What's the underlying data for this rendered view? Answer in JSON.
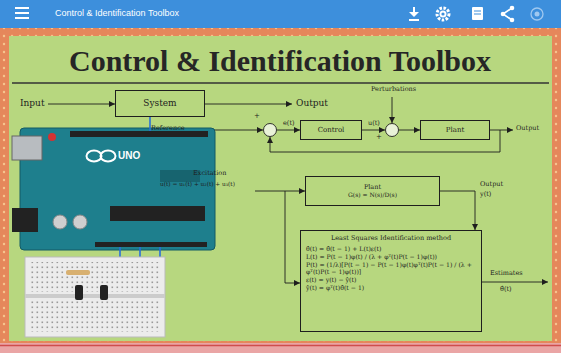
{
  "diagram": {
    "title": "Control & Identification Toolbox",
    "nodes": [
      {
        "text": [
          "System"
        ]
      },
      {
        "text": [
          "+"
        ]
      },
      {
        "text": [
          "Control"
        ]
      },
      {
        "text": [
          "+"
        ]
      },
      {
        "text": [
          "Plant"
        ]
      },
      {
        "text": [
          "Plant",
          "G(s) = N(s)/D(s)"
        ]
      },
      {
        "text": [
          "Least Squares Identification method",
          "θ̂(t) = θ̂(t − 1) + L(t)ε(t)",
          "L(t) = P(t − 1)φ(t) / (λ + φᵀ(t)P(t − 1)φ(t))",
          "P(t) = (1/λ)[P(t − 1) − P(t − 1)φ(t)φᵀ(t)P(t − 1) / (λ + φᵀ(t)P(t − 1)φ(t))]",
          "ε(t) = y(t) − ŷ(t)",
          "ŷ(t) = φᵀ(t)θ̂(t − 1)"
        ]
      }
    ],
    "edges": [
      {
        "from": 1,
        "to": 2,
        "label": "e(t)",
        "arrow": "to"
      },
      {
        "from": 2,
        "to": 3,
        "label": "u(t)",
        "arrow": "to"
      },
      {
        "from": 3,
        "to": 4,
        "arrow": "to"
      },
      {
        "from": 4,
        "to": 1,
        "arrow": "to"
      },
      {
        "from": 5,
        "to": 6,
        "arrow": "to"
      }
    ],
    "labels": [
      "Control & Identification Toolbox",
      "Input",
      "Output",
      "Reference",
      "Perturbations",
      "Output",
      "Excitation",
      "u(t) = u₁(t) + u₂(t) + u₃(t)",
      "Output",
      "y(t)",
      "Estimates",
      "θ̂(t)",
      "UNO"
    ]
  }
}
